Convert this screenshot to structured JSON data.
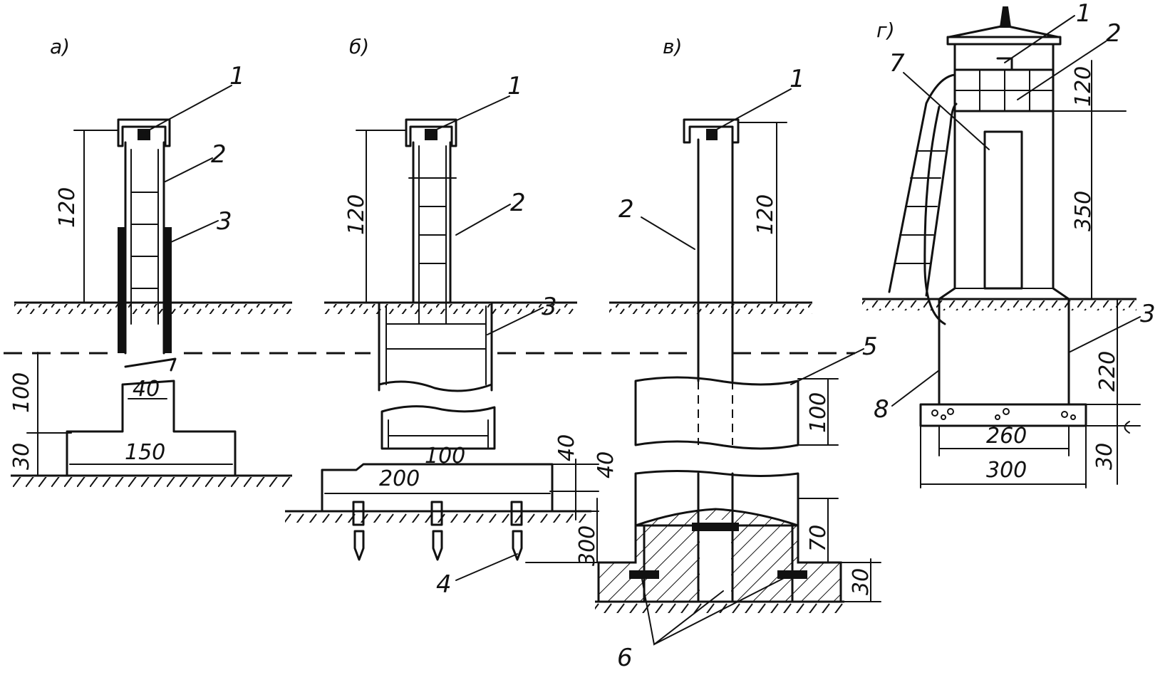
{
  "panels": {
    "a": {
      "letter": "а)",
      "callouts": [
        "1",
        "2",
        "3"
      ],
      "dims": {
        "height_above": "120",
        "block": "100",
        "base": "30",
        "stem_width": "40",
        "foot_width": "150"
      }
    },
    "b": {
      "letter": "б)",
      "callouts": [
        "1",
        "2",
        "3",
        "4"
      ],
      "dims": {
        "height_above": "120",
        "slab_thickness_1": "40",
        "slab_thickness_2": "40",
        "pile_depth": "300",
        "slab_width": "200",
        "inner_width": "100"
      }
    },
    "v": {
      "letter": "в)",
      "callouts": [
        "1",
        "2",
        "5",
        "6"
      ],
      "dims": {
        "height_above": "120",
        "block": "100",
        "lower_block": "70",
        "base": "30"
      }
    },
    "g": {
      "letter": "г)",
      "callouts": [
        "1",
        "2",
        "7",
        "3",
        "8"
      ],
      "dims": {
        "top": "120",
        "mid": "350",
        "below": "220",
        "base": "30",
        "inner_width": "260",
        "outer_width": "300"
      }
    }
  }
}
